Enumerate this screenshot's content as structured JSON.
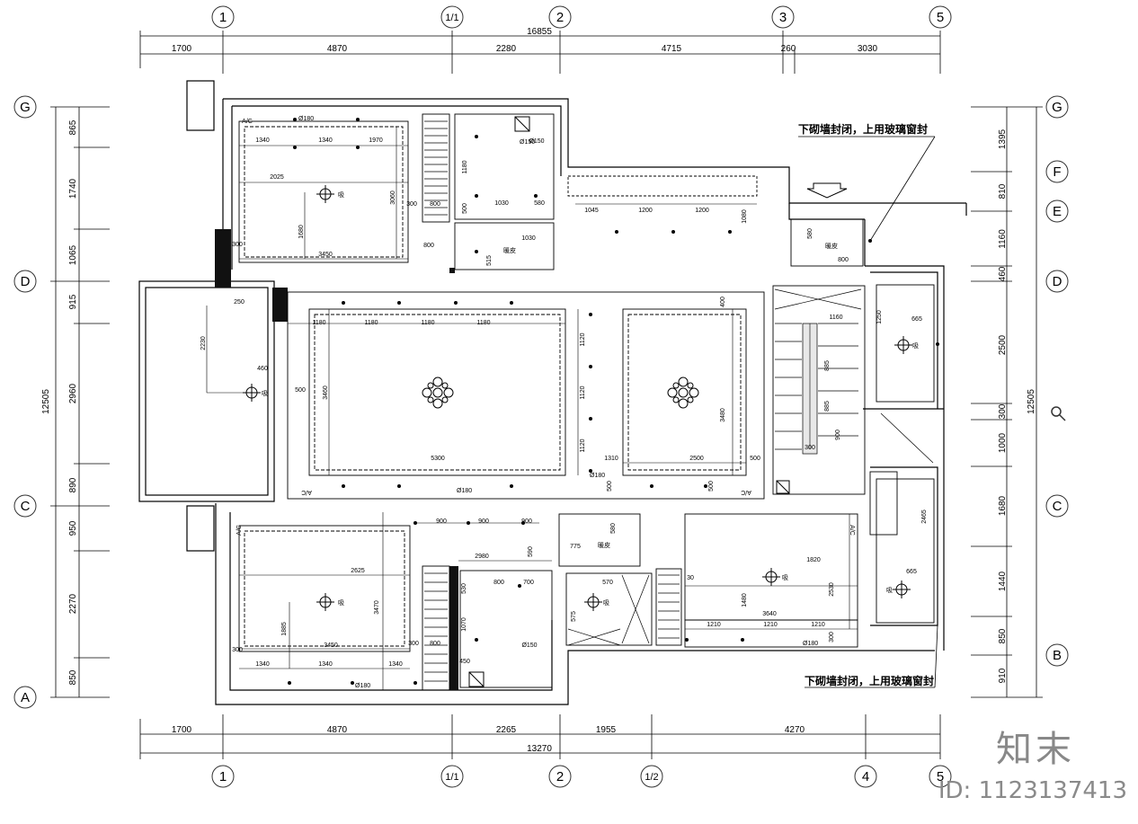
{
  "dims_top": {
    "total": "16855",
    "segments": [
      "1700",
      "4870",
      "2280",
      "4715",
      "260",
      "3030"
    ]
  },
  "dims_bottom": {
    "total": "13270",
    "segments": [
      "1700",
      "4870",
      "2265",
      "1955",
      "4270"
    ]
  },
  "dims_left": {
    "total": "12505",
    "segments": [
      "865",
      "1740",
      "1065",
      "915",
      "2960",
      "890",
      "950",
      "2270",
      "850"
    ]
  },
  "dims_right": {
    "total": "12505",
    "segments": [
      "1395",
      "810",
      "1160",
      "460",
      "2500",
      "300",
      "1000",
      "1680",
      "1440",
      "850",
      "910"
    ]
  },
  "axes_top": [
    "1",
    "1/1",
    "2",
    "3",
    "5"
  ],
  "axes_bottom": [
    "1",
    "1/1",
    "2",
    "1/2",
    "4",
    "5"
  ],
  "axes_left": [
    "G",
    "D",
    "C",
    "A"
  ],
  "axes_right": [
    "G",
    "F",
    "E",
    "D",
    "C",
    "B"
  ],
  "notes": {
    "top_right": "下砌墙封闭，上用玻璃窗封",
    "bottom_right": "下砌墙封闭，上用玻璃窗封"
  },
  "inner_dims": {
    "r1": [
      "1340",
      "1340",
      "1970",
      "2025",
      "3060",
      "1680",
      "3450",
      "300",
      "800",
      "300",
      "800"
    ],
    "r2": [
      "1180",
      "1030",
      "580",
      "500",
      "1030",
      "515",
      "Ø150"
    ],
    "corr": [
      "1045",
      "1200",
      "1200",
      "1080",
      "580",
      "800"
    ],
    "living": [
      "1180",
      "1180",
      "1180",
      "1180",
      "3460",
      "5300",
      "2230",
      "460",
      "500",
      "250",
      "1120",
      "1120",
      "1120",
      "1310",
      "500"
    ],
    "dining": [
      "2500",
      "3480",
      "400",
      "500",
      "500"
    ],
    "stairs": [
      "1160",
      "1250",
      "665",
      "885",
      "885",
      "900",
      "300"
    ],
    "r4": [
      "2625",
      "3470",
      "1885",
      "3450",
      "1340",
      "1340",
      "1340",
      "300",
      "300"
    ],
    "r5": [
      "900",
      "900",
      "900",
      "2980",
      "590",
      "800",
      "700",
      "530",
      "1070",
      "800",
      "450",
      "Ø150",
      "775",
      "580"
    ],
    "r6": [
      "570",
      "575"
    ],
    "r7": [
      "1820",
      "1480",
      "3640",
      "1210",
      "1210",
      "1210",
      "2530",
      "30",
      "300"
    ],
    "r8": [
      "665",
      "2465"
    ]
  },
  "labels": {
    "ac": "A/C",
    "light": "吸",
    "heater": "暖皮",
    "d180": "Ø180",
    "d150": "Ø150"
  },
  "watermark": {
    "logo": "知末",
    "id": "ID: 1123137413"
  }
}
